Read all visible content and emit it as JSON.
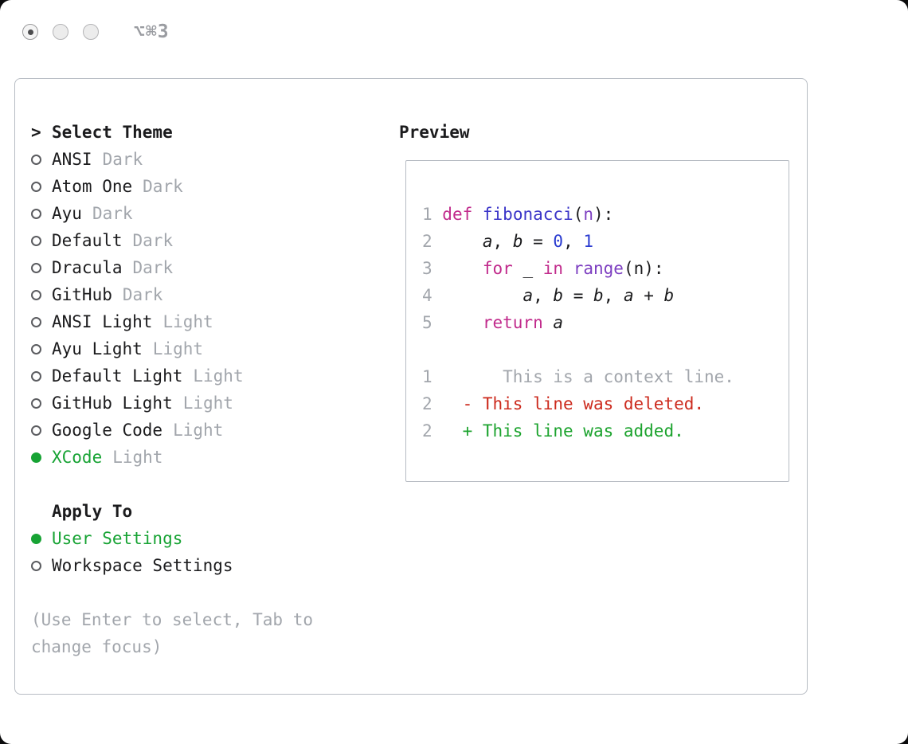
{
  "titlebar": {
    "shortcut": "⌥⌘3",
    "window_buttons": [
      {
        "state": "active"
      },
      {
        "state": "normal"
      },
      {
        "state": "normal"
      }
    ]
  },
  "selector": {
    "prompt": ">",
    "title": "Select Theme",
    "themes": [
      {
        "name": "ANSI",
        "variant": "Dark",
        "selected": false
      },
      {
        "name": "Atom One",
        "variant": "Dark",
        "selected": false
      },
      {
        "name": "Ayu",
        "variant": "Dark",
        "selected": false
      },
      {
        "name": "Default",
        "variant": "Dark",
        "selected": false
      },
      {
        "name": "Dracula",
        "variant": "Dark",
        "selected": false
      },
      {
        "name": "GitHub",
        "variant": "Dark",
        "selected": false
      },
      {
        "name": "ANSI Light",
        "variant": "Light",
        "selected": false
      },
      {
        "name": "Ayu Light",
        "variant": "Light",
        "selected": false
      },
      {
        "name": "Default Light",
        "variant": "Light",
        "selected": false
      },
      {
        "name": "GitHub Light",
        "variant": "Light",
        "selected": false
      },
      {
        "name": "Google Code",
        "variant": "Light",
        "selected": false
      },
      {
        "name": "XCode",
        "variant": "Light",
        "selected": true
      }
    ],
    "apply_title": "Apply To",
    "apply_options": [
      {
        "label": "User Settings",
        "selected": true
      },
      {
        "label": "Workspace Settings",
        "selected": false
      }
    ],
    "hint_lines": [
      "(Use Enter to select, Tab to",
      "change focus)"
    ]
  },
  "preview": {
    "title": "Preview",
    "lines": [
      {
        "num": "1",
        "segments": [
          {
            "t": "def",
            "c": "kw"
          },
          {
            "t": " ",
            "c": "p"
          },
          {
            "t": "fibonacci",
            "c": "fn"
          },
          {
            "t": "(",
            "c": "p"
          },
          {
            "t": "n",
            "c": "call"
          },
          {
            "t": "):",
            "c": "p"
          }
        ]
      },
      {
        "num": "2",
        "segments": [
          {
            "t": "    ",
            "c": "p"
          },
          {
            "t": "a",
            "c": "var"
          },
          {
            "t": ", ",
            "c": "p"
          },
          {
            "t": "b",
            "c": "var"
          },
          {
            "t": " = ",
            "c": "p"
          },
          {
            "t": "0",
            "c": "num"
          },
          {
            "t": ", ",
            "c": "p"
          },
          {
            "t": "1",
            "c": "num"
          }
        ]
      },
      {
        "num": "3",
        "segments": [
          {
            "t": "    ",
            "c": "p"
          },
          {
            "t": "for",
            "c": "kw"
          },
          {
            "t": " ",
            "c": "p"
          },
          {
            "t": "_",
            "c": "var"
          },
          {
            "t": " ",
            "c": "p"
          },
          {
            "t": "in",
            "c": "kw"
          },
          {
            "t": " ",
            "c": "p"
          },
          {
            "t": "range",
            "c": "call"
          },
          {
            "t": "(n):",
            "c": "p"
          }
        ]
      },
      {
        "num": "4",
        "segments": [
          {
            "t": "        ",
            "c": "p"
          },
          {
            "t": "a",
            "c": "var"
          },
          {
            "t": ", ",
            "c": "p"
          },
          {
            "t": "b",
            "c": "var"
          },
          {
            "t": " = ",
            "c": "p"
          },
          {
            "t": "b",
            "c": "var"
          },
          {
            "t": ", ",
            "c": "p"
          },
          {
            "t": "a",
            "c": "var"
          },
          {
            "t": " + ",
            "c": "p"
          },
          {
            "t": "b",
            "c": "var"
          }
        ]
      },
      {
        "num": "5",
        "segments": [
          {
            "t": "    ",
            "c": "p"
          },
          {
            "t": "return",
            "c": "kw"
          },
          {
            "t": " ",
            "c": "p"
          },
          {
            "t": "a",
            "c": "var"
          }
        ]
      },
      {
        "num": "",
        "segments": []
      },
      {
        "num": "1",
        "segments": [
          {
            "t": "      This is a context line.",
            "c": "ctx"
          }
        ]
      },
      {
        "num": "2",
        "segments": [
          {
            "t": "  - This line was deleted.",
            "c": "del"
          }
        ]
      },
      {
        "num": "2",
        "segments": [
          {
            "t": "  + This line was added.",
            "c": "add"
          }
        ]
      }
    ]
  },
  "colors": {
    "accent_green": "#17a334",
    "muted_gray": "#a2a6ac",
    "text": "#1b1b1d",
    "border": "#b7bcc3",
    "syntax_keyword": "#c12b8c",
    "syntax_function": "#3b35c8",
    "syntax_number": "#2a3bd0",
    "syntax_call": "#7d3fc1",
    "diff_deleted": "#cc2a1d",
    "diff_added": "#1ca32e"
  }
}
